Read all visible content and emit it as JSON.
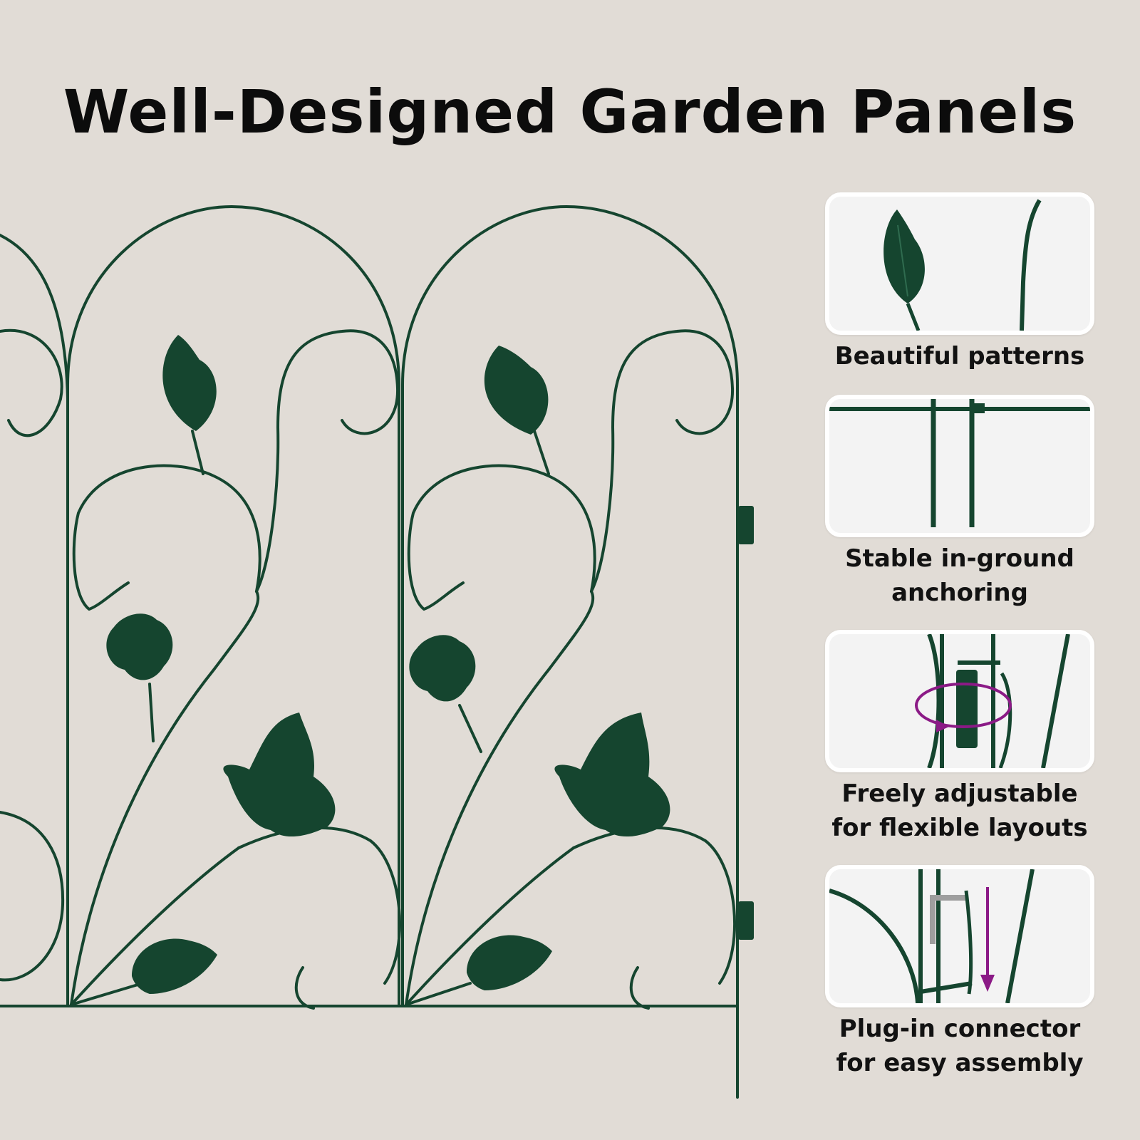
{
  "title": "Well-Designed Garden Panels",
  "colors": {
    "background": "#e1dcd6",
    "fence_green": "#15452f",
    "card_background": "#f3f3f3",
    "rotation_arrow": "#8b1a86",
    "pin": "#9e9e9e"
  },
  "features": [
    {
      "icon": "leaf-detail-icon",
      "lines": [
        "Beautiful patterns"
      ]
    },
    {
      "icon": "ground-stake-icon",
      "lines": [
        "Stable in-ground",
        "anchoring"
      ]
    },
    {
      "icon": "rotate-hinge-icon",
      "lines": [
        "Freely adjustable",
        "for flexible layouts"
      ]
    },
    {
      "icon": "plug-connector-icon",
      "lines": [
        "Plug-in connector",
        "for easy assembly"
      ]
    }
  ]
}
